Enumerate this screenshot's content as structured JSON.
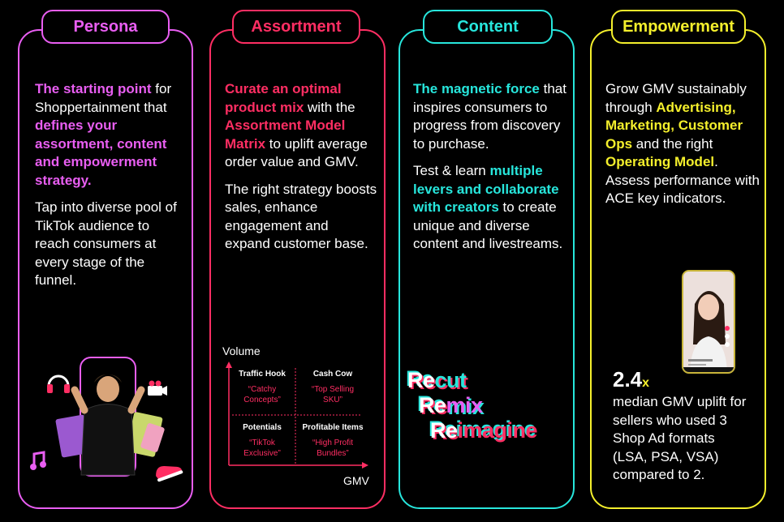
{
  "persona": {
    "title": "Persona",
    "p1": {
      "hl1": "The starting point",
      "t1": " for Shoppertainment that ",
      "hl2": "defines your assortment, content and empowerment strategy."
    },
    "p2": "Tap into diverse pool of TikTok audience to reach consumers at every stage of the funnel."
  },
  "assortment": {
    "title": "Assortment",
    "p1": {
      "hl1": "Curate an optimal product mix",
      "t1": " with the ",
      "hl2": "Assortment Model Matrix",
      "t2": " to uplift average order value and GMV."
    },
    "p2": "The right strategy boosts sales, enhance engagement and expand customer base.",
    "matrix": {
      "y_label": "Volume",
      "x_label": "GMV",
      "cells": [
        {
          "title": "Traffic Hook",
          "quote": "“Catchy Concepts”"
        },
        {
          "title": "Cash Cow",
          "quote": "“Top Selling SKU”"
        },
        {
          "title": "Potentials",
          "quote": "“TikTok Exclusive”"
        },
        {
          "title": "Profitable Items",
          "quote": "“High Profit Bundles”"
        }
      ]
    }
  },
  "content": {
    "title": "Content",
    "p1": {
      "hl1": "The magnetic force",
      "t1": " that inspires consumers to progress from discovery to purchase."
    },
    "p2": {
      "t1": "Test & learn ",
      "hl1": "multiple levers and collaborate with creators",
      "t2": " to create unique and diverse content and livestreams."
    },
    "tagline": {
      "l1a": "Re",
      "l1b": "cut",
      "l2a": "Re",
      "l2b": "mix",
      "l3a": "Re",
      "l3b": "imagine"
    }
  },
  "empowerment": {
    "title": "Empowerment",
    "p1": {
      "t1": "Grow GMV sustainably through ",
      "hl1": "Advertising, Marketing, Customer Ops",
      "t2": " and the right ",
      "hl2": "Operating Model",
      "t3": ". Assess performance with ACE key indicators."
    },
    "stat": {
      "number": "2.4",
      "suffix": "x",
      "text": "median GMV uplift for sellers who used 3 Shop Ad formats (LSA, PSA, VSA) compared to 2."
    }
  },
  "colors": {
    "persona": "#e95ef2",
    "assortment": "#ff2e63",
    "content": "#27e6dc",
    "empowerment": "#f4ef2c"
  }
}
